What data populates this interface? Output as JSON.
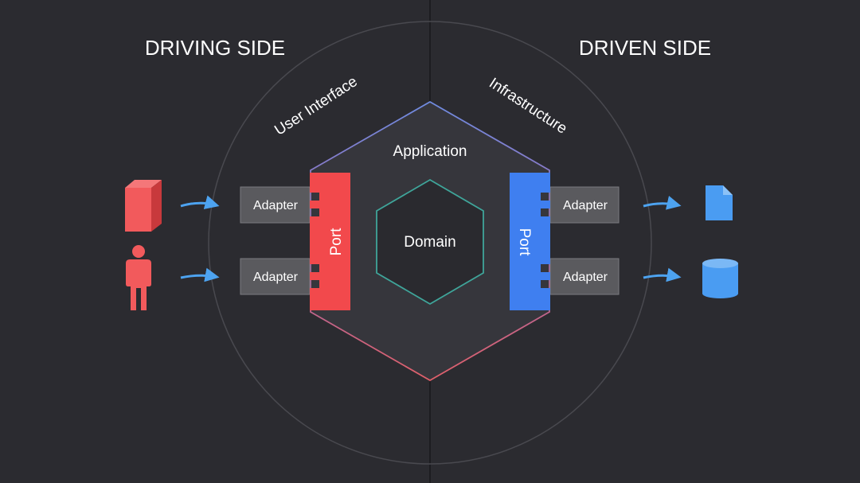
{
  "headings": {
    "driving": "DRIVING SIDE",
    "driven": "DRIVEN SIDE"
  },
  "arc_labels": {
    "user_interface": "User Interface",
    "infrastructure": "Infrastructure"
  },
  "application": {
    "label": "Application"
  },
  "domain": {
    "label": "Domain"
  },
  "ports": {
    "left": {
      "label": "Port",
      "color": "#f2494c"
    },
    "right": {
      "label": "Port",
      "color": "#3f7ff0"
    }
  },
  "adapters": {
    "left": [
      "Adapter",
      "Adapter"
    ],
    "right": [
      "Adapter",
      "Adapter"
    ]
  },
  "actors": {
    "left": [
      "cube-icon",
      "person-icon"
    ],
    "right": [
      "document-icon",
      "database-icon"
    ]
  },
  "colors": {
    "background": "#2b2b30",
    "hexagon_fill": "#36363c",
    "domain_fill": "#2a2a2f",
    "adapter_fill": "#5a5a5e",
    "arrow": "#4da3f0",
    "actor_red": "#f25a5c",
    "actor_blue": "#4a9cf2"
  }
}
